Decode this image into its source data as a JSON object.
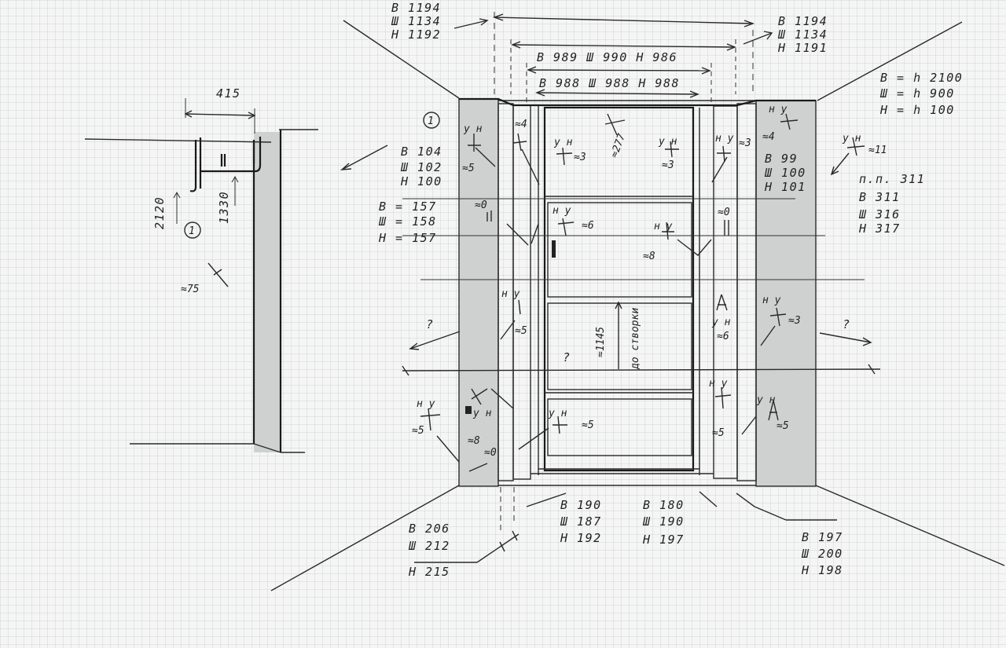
{
  "side_view": {
    "width_label": "415",
    "height_1": "2120",
    "height_2": "1330",
    "marker": "1",
    "note_75": "≈75"
  },
  "top": {
    "overall_left": [
      "В 1194",
      "Ш 1134",
      "Н 1192"
    ],
    "overall_right": [
      "В 1194",
      "Ш 1134",
      "Н 1191"
    ],
    "outer_frame": "В 989  Ш 990  Н 986",
    "inner_frame": "В 988 Ш 988  Н 988"
  },
  "wall": [
    "В = h 2100",
    "Ш = h 900",
    "Н = h 100"
  ],
  "pp": [
    "п.п. 311",
    "В 311",
    "Ш 316",
    "Н 317"
  ],
  "left_pier": [
    "В 104",
    "Ш 102",
    "Н 100"
  ],
  "right_pier": [
    "В 99",
    "Ш 100",
    "Н 101"
  ],
  "left_row": [
    "В = 157",
    "Ш = 158",
    "Н = 157"
  ],
  "bottom_left": [
    "В 206",
    "Ш 212",
    "Н 215"
  ],
  "bottom_mid1": [
    "В 190",
    "Ш 187",
    "Н 192"
  ],
  "bottom_mid2": [
    "В 180",
    "Ш 190",
    "Н 197"
  ],
  "bottom_right": [
    "В 197",
    "Ш 200",
    "Н 198"
  ],
  "marks": {
    "marker": "1",
    "q": "?",
    "eq5": "≈5",
    "eq4": "≈4",
    "eq3": "≈3",
    "eq6": "≈6",
    "eq8": "≈8",
    "eq0": "≈0",
    "eq11": "≈11",
    "eq277": "≈277",
    "eq1145": "≈1145",
    "otboard": "до створки",
    "uh": "у н",
    "hy": "н у"
  }
}
